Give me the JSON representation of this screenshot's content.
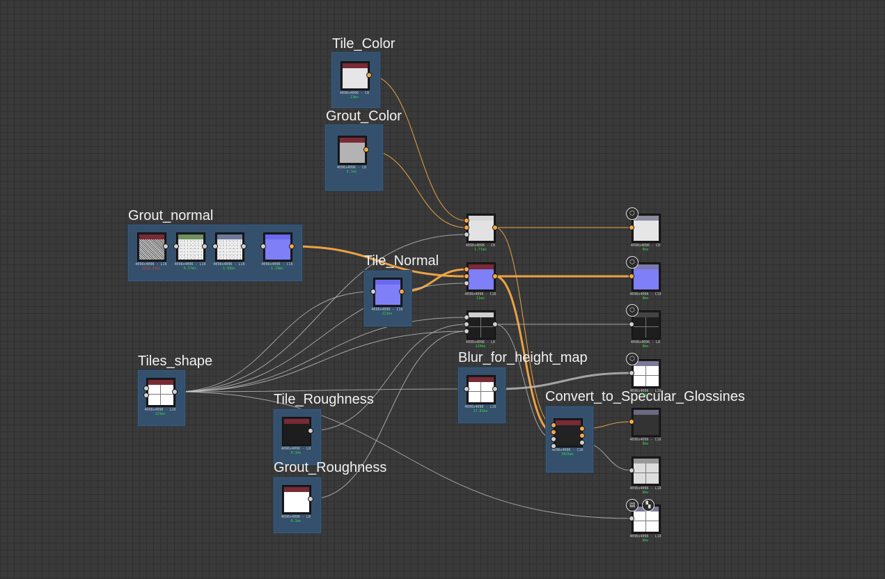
{
  "frames": [
    {
      "id": "tile_color",
      "title": "Tile_Color"
    },
    {
      "id": "grout_color",
      "title": "Grout_Color"
    },
    {
      "id": "grout_normal",
      "title": "Grout_normal"
    },
    {
      "id": "tile_normal",
      "title": "Tile_Normal"
    },
    {
      "id": "tiles_shape",
      "title": "Tiles_shape"
    },
    {
      "id": "tile_roughness",
      "title": "Tile_Roughness"
    },
    {
      "id": "grout_roughness",
      "title": "Grout_Roughness"
    },
    {
      "id": "blur_height",
      "title": "Blur_for_height_map"
    },
    {
      "id": "convert_spec",
      "title": "Convert_to_Specular_Glossines"
    }
  ],
  "nodes": {
    "tile_color": {
      "res": "4096x4096 - C8",
      "time": "13ms",
      "head": "#7a2a36",
      "body": "#e6e6e6"
    },
    "grout_color": {
      "res": "4096x4096 - C8",
      "time": "0.1ms",
      "head": "#7a2a36",
      "body": "#b3b3b3"
    },
    "grout_noise_1": {
      "res": "4096x4096 - L16",
      "time": "1111.31ms",
      "head": "#7a2a36",
      "body": "noise",
      "warn": true
    },
    "grout_noise_2": {
      "res": "4096x4096 - L16",
      "time": "6.57ms",
      "head": "#6e8f5e",
      "body": "noise-white"
    },
    "grout_noise_3": {
      "res": "4096x4096 - L16",
      "time": "1.93ms",
      "head": "#6e7a9a",
      "body": "noise-white"
    },
    "grout_normal_out": {
      "res": "4096x4096 - C16",
      "time": "1.29ms",
      "head": "#6a6af0",
      "body": "#7f7ff8"
    },
    "tile_normal": {
      "res": "4096x4096 - C16",
      "time": "121ms",
      "head": "#6a6af0",
      "body": "#7f7ff8"
    },
    "tiles_shape": {
      "res": "4096x4096 - L16",
      "time": "121ms",
      "head": "#7a2a36",
      "body": "#ffffff"
    },
    "tile_roughness": {
      "res": "4096x4096 - L8",
      "time": "0.1ms",
      "head": "#7a2a36",
      "body": "#1d1d1d"
    },
    "grout_roughness": {
      "res": "4096x4096 - L8",
      "time": "0.1ms",
      "head": "#7a2a36",
      "body": "#ffffff"
    },
    "blend_color": {
      "res": "4096x4096 - C8",
      "time": "1.71ms",
      "head": "#d6d6d6",
      "body": "#e2e2e2"
    },
    "blend_normal": {
      "res": "4096x4096 - C16",
      "time": "11ms",
      "head": "#7a2a36",
      "body": "#7f7ff8"
    },
    "blend_height": {
      "res": "4096x4096 - L8",
      "time": "120ms",
      "head": "#cfcfcf",
      "body": "#1e1e1e"
    },
    "blur_height": {
      "res": "4096x4096 - L16",
      "time": "17.81ms",
      "head": "#7a2a36",
      "body": "#ffffff"
    },
    "convert_spec": {
      "res": "4096x4096 - C16",
      "time": "3431ms",
      "head": "#7a2a36",
      "body": "#222222"
    },
    "out_basecolor": {
      "res": "4096x4096 - C8",
      "time": "0ms",
      "head": "#8a8aa0",
      "body": "#e6e6e6"
    },
    "out_normal": {
      "res": "4096x4096 - C16",
      "time": "0ms",
      "head": "#7a7ab0",
      "body": "#7f7ff8"
    },
    "out_height": {
      "res": "4096x4096 - L8",
      "time": "0ms",
      "head": "#444444",
      "body": "#1e1e1e"
    },
    "out_blurheight": {
      "res": "4096x4096 - L16",
      "time": "0ms",
      "head": "#7a7a9a",
      "body": "#ffffff"
    },
    "out_specular": {
      "res": "4096x4096 - C16",
      "time": "0ms",
      "head": "#6a6a80",
      "body": "#333333"
    },
    "out_gloss": {
      "res": "4096x4096 - L16",
      "time": "0ms",
      "head": "#999999",
      "body": "#dddddd"
    },
    "out_roughness": {
      "res": "4096x4096 - L16",
      "time": "0ms",
      "head": "#7a7a9a",
      "body": "#ffffff"
    }
  },
  "colors": {
    "background": "#3a3a3a",
    "frame": "#34506c",
    "wire_color": "#f5a845",
    "wire_gray": "#c8c8c8",
    "time_ok": "#39d84a",
    "time_warn": "#e43c3c"
  },
  "icons": {
    "output_badge": "output-node-icon",
    "document_badge": "document-icon",
    "checker_badge": "checker-icon"
  }
}
